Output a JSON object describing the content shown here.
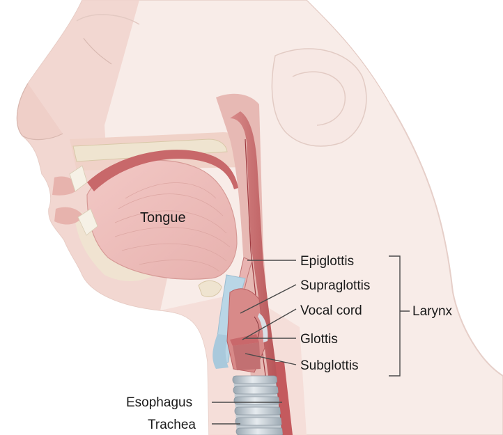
{
  "labels": {
    "tongue": "Tongue",
    "epiglottis": "Epiglottis",
    "supraglottis": "Supraglottis",
    "vocal_cord": "Vocal cord",
    "glottis": "Glottis",
    "subglottis": "Subglottis",
    "larynx": "Larynx",
    "esophagus": "Esophagus",
    "trachea": "Trachea"
  },
  "colors": {
    "skin_light": "#f8ece8",
    "skin_mid": "#f1d9d3",
    "skin_outline": "#d9b8b0",
    "tissue_pink": "#e9aaa8",
    "tissue_deep": "#c86a6a",
    "airway_red": "#b54a4f",
    "bone": "#efe4d0",
    "cartilage_blue": "#b9d6e6",
    "trachea_gray": "#c9d0d6"
  }
}
